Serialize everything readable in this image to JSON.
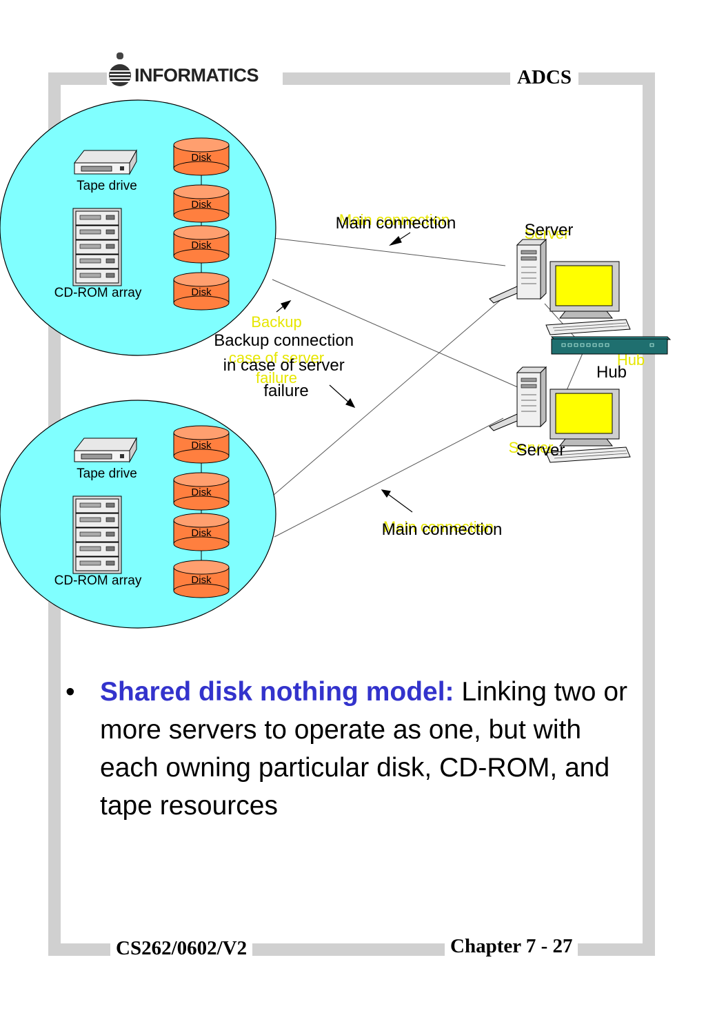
{
  "header": {
    "logo_text": "INFORMATICS",
    "right_text": "ADCS"
  },
  "footer": {
    "course_code": "CS262/0602/V2",
    "chapter": "Chapter 7 - 27"
  },
  "diagram": {
    "cluster_top": {
      "tape_label": "Tape drive",
      "cdrom_label": "CD-ROM array",
      "disks": [
        "Disk",
        "Disk",
        "Disk",
        "Disk"
      ]
    },
    "cluster_bottom": {
      "tape_label": "Tape drive",
      "cdrom_label": "CD-ROM array",
      "disks": [
        "Disk",
        "Disk",
        "Disk",
        "Disk"
      ]
    },
    "server_top_label": "Server",
    "server_bottom_label": "Server",
    "hub_label": "Hub",
    "main_connection_top": "Main connection",
    "main_connection_bottom": "Main connection",
    "backup_connection": "Backup connection in case of server failure"
  },
  "bullet": {
    "term": "Shared disk nothing model:",
    "text": " Linking two or more servers to operate as one, but with each owning particular disk, CD-ROM, and tape resources"
  },
  "colors": {
    "cluster_fill": "#80ffff",
    "disk_fill": "#ff7f3f",
    "monitor_screen": "#ffff00",
    "hub_fill": "#1f6f6f",
    "bullet_term": "#3333cc",
    "frame": "#d0d0d0"
  }
}
